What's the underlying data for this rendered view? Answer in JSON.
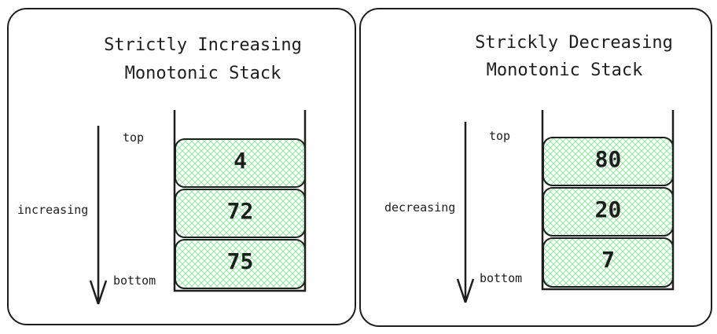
{
  "panels": [
    {
      "title_line1": "Strictly Increasing",
      "title_line2": "Monotonic Stack",
      "direction_label": "increasing",
      "top_label": "top",
      "bottom_label": "bottom",
      "stack_values": [
        "4",
        "72",
        "75"
      ]
    },
    {
      "title_line1": "Strickly Decreasing",
      "title_line2": "Monotonic Stack",
      "direction_label": "decreasing",
      "top_label": "top",
      "bottom_label": "bottom",
      "stack_values": [
        "80",
        "20",
        "7"
      ]
    }
  ],
  "colors": {
    "stroke": "#1e1e1e",
    "fill_hatch": "#b2f2bb"
  }
}
